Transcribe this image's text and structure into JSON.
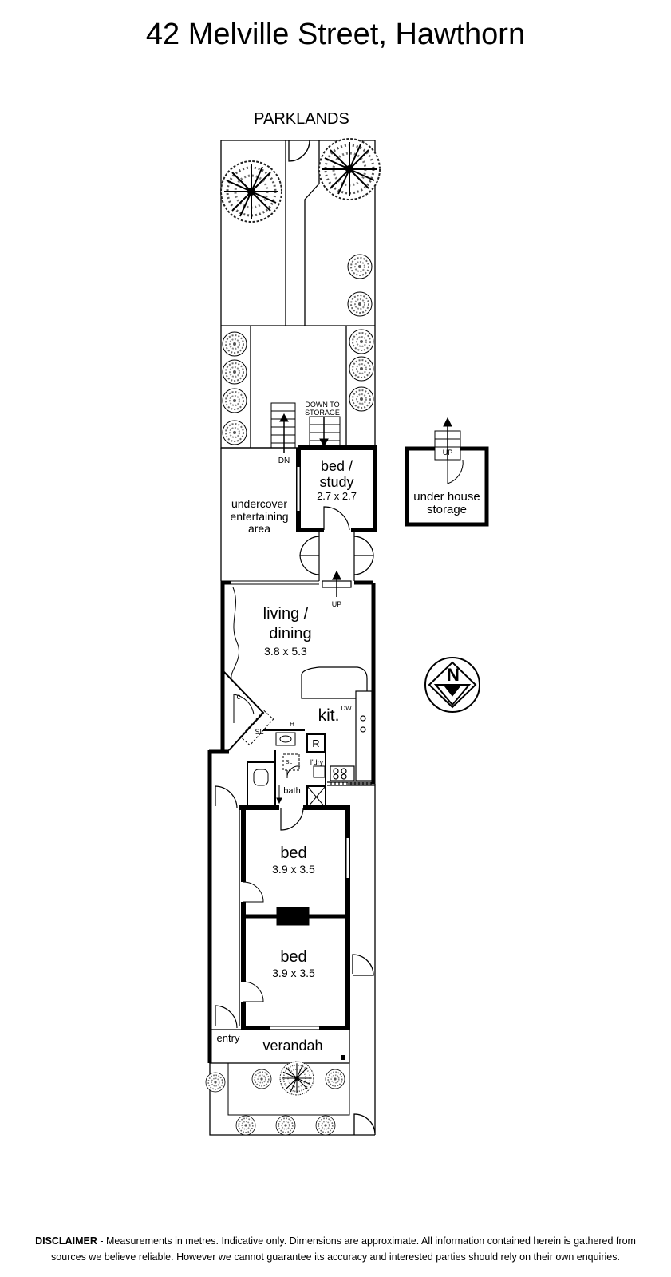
{
  "title": "42 Melville Street, Hawthorn",
  "labels": {
    "parklands": "PARKLANDS",
    "down_to_storage_1": "DOWN TO",
    "down_to_storage_2": "STORAGE",
    "dn": "DN",
    "up": "UP",
    "bed_study_1": "bed /",
    "bed_study_2": "study",
    "bed_study_dim": "2.7 x 2.7",
    "undercover_1": "undercover",
    "undercover_2": "entertaining",
    "undercover_3": "area",
    "under_house_1": "under house",
    "under_house_2": "storage",
    "living_1": "living /",
    "living_2": "dining",
    "living_dim": "3.8 x 5.3",
    "kit": "kit.",
    "dw": "DW",
    "c": "c",
    "sl": "SL",
    "h": "H",
    "r": "R",
    "ldry": "l'dry",
    "bath": "bath",
    "bed1": "bed",
    "bed1_dim": "3.9 x 3.5",
    "bed2": "bed",
    "bed2_dim": "3.9 x 3.5",
    "entry": "entry",
    "verandah": "verandah",
    "compass": "N"
  },
  "disclaimer": {
    "label": "DISCLAIMER",
    "text": " - Measurements in metres. Indicative only. Dimensions are approximate. All information contained herein is gathered from sources we believe reliable. However we cannot guarantee its accuracy and interested parties should rely on their own enquiries."
  }
}
